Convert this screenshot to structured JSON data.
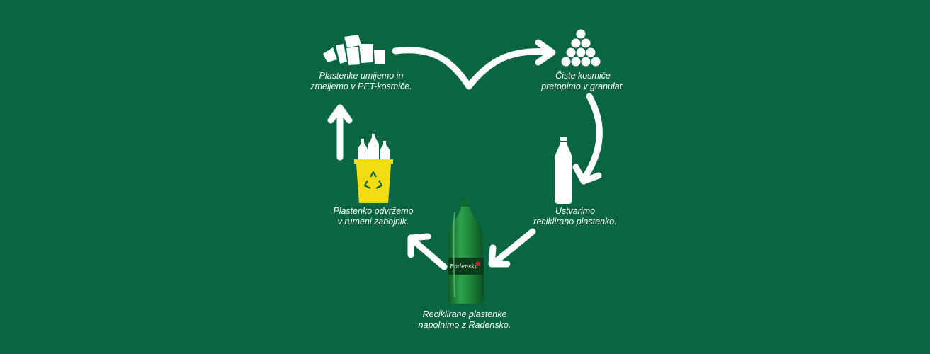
{
  "colors": {
    "background": "#0a6640",
    "foreground": "#ffffff",
    "bin": "#f2dd14",
    "bottle_green": "#1f8a3a"
  },
  "steps": [
    {
      "icon": "pet-flakes-icon",
      "line1": "Plastenke umijemo in",
      "line2": "zmeljemo v PET-kosmiče."
    },
    {
      "icon": "granulate-icon",
      "line1": "Čiste kosmiče",
      "line2": "pretopimo v granulat."
    },
    {
      "icon": "white-bottle-icon",
      "line1": "Ustvarimo",
      "line2": "reciklirano plastenko."
    },
    {
      "icon": "radenska-bottle",
      "line1": "Reciklirane plastenke",
      "line2": "napolnimo z Radensko."
    },
    {
      "icon": "yellow-bin-icon",
      "line1": "Plastenko odvržemo",
      "line2": "v rumeni zabojnik."
    }
  ],
  "bottle_label": "Radenska"
}
